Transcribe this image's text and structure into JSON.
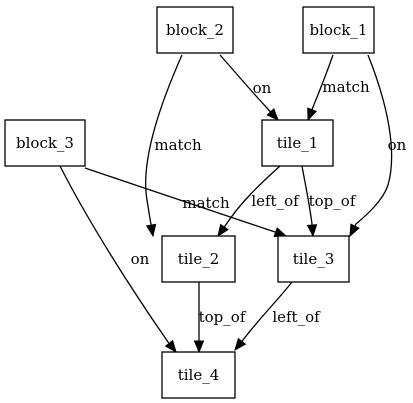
{
  "nodes": [
    {
      "id": "block_2",
      "label": "block_2"
    },
    {
      "id": "block_1",
      "label": "block_1"
    },
    {
      "id": "block_3",
      "label": "block_3"
    },
    {
      "id": "tile_1",
      "label": "tile_1"
    },
    {
      "id": "tile_2",
      "label": "tile_2"
    },
    {
      "id": "tile_3",
      "label": "tile_3"
    },
    {
      "id": "tile_4",
      "label": "tile_4"
    }
  ],
  "edges": [
    {
      "id": "block_2-tile_1",
      "from": "block_2",
      "to": "tile_1",
      "label": "on"
    },
    {
      "id": "block_2-tile_2",
      "from": "block_2",
      "to": "tile_2",
      "label": "match"
    },
    {
      "id": "block_1-tile_1",
      "from": "block_1",
      "to": "tile_1",
      "label": "match"
    },
    {
      "id": "block_1-tile_3",
      "from": "block_1",
      "to": "tile_3",
      "label": "on"
    },
    {
      "id": "block_3-tile_3",
      "from": "block_3",
      "to": "tile_3",
      "label": "match"
    },
    {
      "id": "block_3-tile_4",
      "from": "block_3",
      "to": "tile_4",
      "label": "on"
    },
    {
      "id": "tile_1-tile_2",
      "from": "tile_1",
      "to": "tile_2",
      "label": "left_of"
    },
    {
      "id": "tile_1-tile_3",
      "from": "tile_1",
      "to": "tile_3",
      "label": "top_of"
    },
    {
      "id": "tile_2-tile_4",
      "from": "tile_2",
      "to": "tile_4",
      "label": "top_of"
    },
    {
      "id": "tile_3-tile_4",
      "from": "tile_3",
      "to": "tile_4",
      "label": "left_of"
    }
  ]
}
